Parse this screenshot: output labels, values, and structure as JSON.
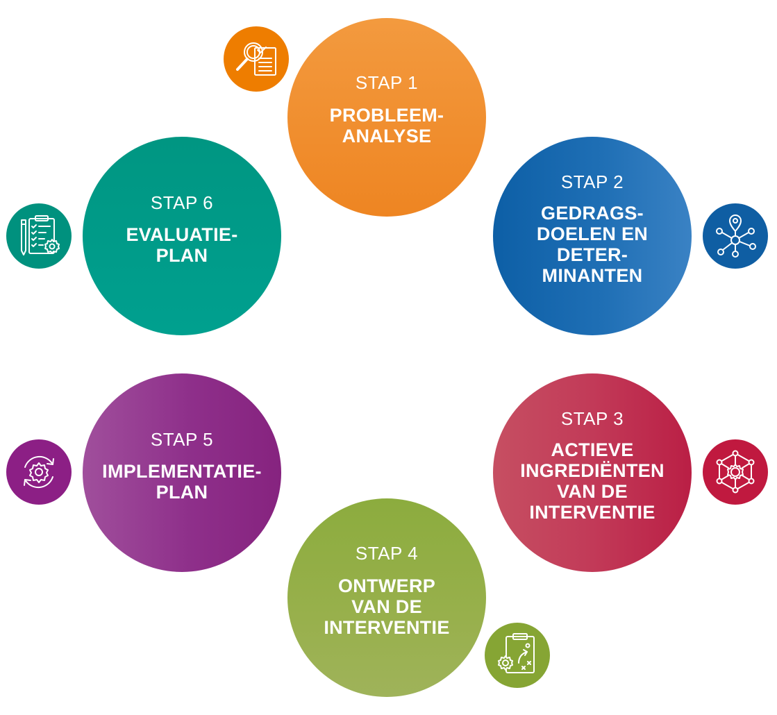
{
  "steps": [
    {
      "label": "STAP 1",
      "title": "PROBLEEM-\nANALYSE",
      "color": "#f08a28",
      "icon": "magnifier-document-icon",
      "icon_color": "#ee7d00"
    },
    {
      "label": "STAP 2",
      "title": "GEDRAGS-\nDOELEN EN\nDETER-\nMINANTEN",
      "color": "#1f6fb5",
      "icon": "network-location-icon",
      "icon_color": "#0f5ea3"
    },
    {
      "label": "STAP 3",
      "title": "ACTIEVE\nINGREDIËNTEN\nVAN DE\nINTERVENTIE",
      "color": "#c23a58",
      "icon": "hexagon-gear-network-icon",
      "icon_color": "#c0193f"
    },
    {
      "label": "STAP 4",
      "title": "ONTWERP\nVAN DE\nINTERVENTIE",
      "color": "#95ae48",
      "icon": "clipboard-strategy-icon",
      "icon_color": "#86a534"
    },
    {
      "label": "STAP 5",
      "title": "IMPLEMENTATIE-\nPLAN",
      "color": "#8e2f8a",
      "icon": "cycle-gear-icon",
      "icon_color": "#8c1f85"
    },
    {
      "label": "STAP 6",
      "title": "EVALUATIE-\nPLAN",
      "color": "#009a88",
      "icon": "checklist-gear-icon",
      "icon_color": "#00917e"
    }
  ]
}
